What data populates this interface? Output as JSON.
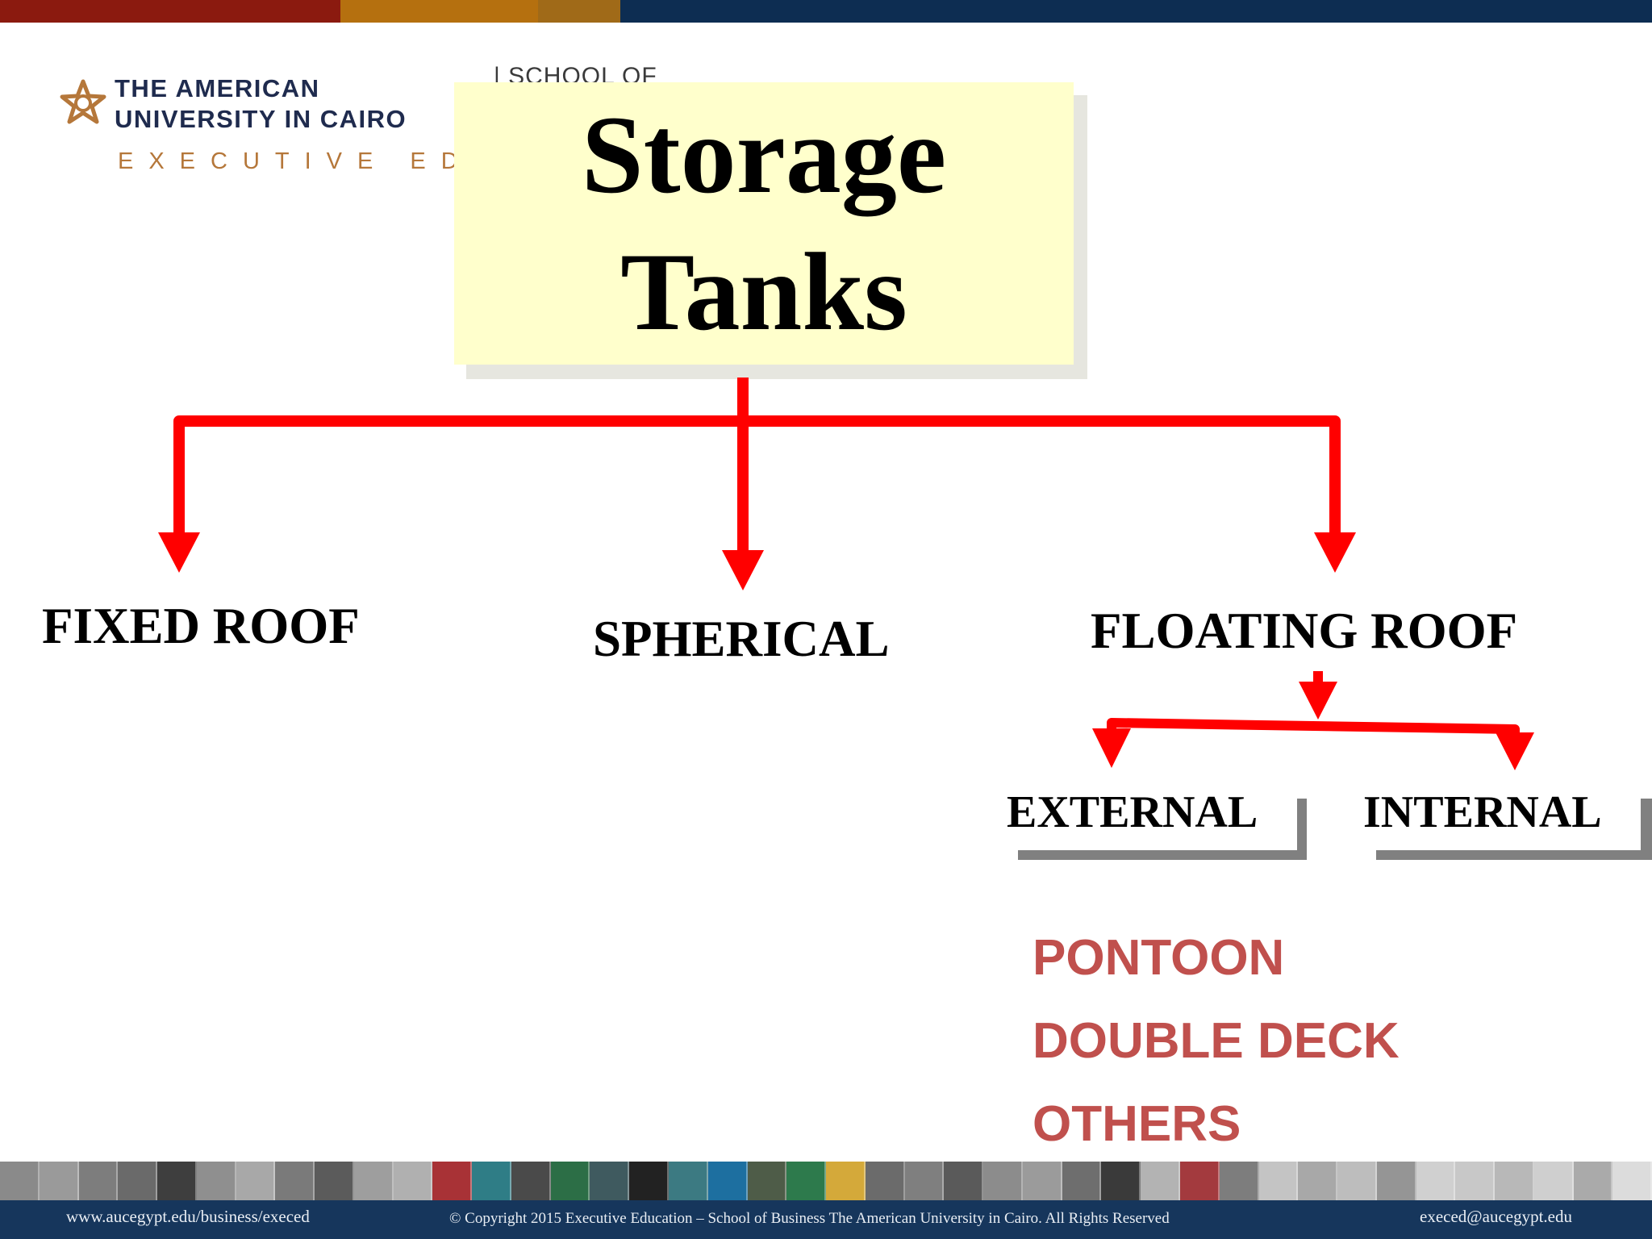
{
  "header": {
    "colors": [
      "#8b1a0f",
      "#b5700f",
      "#a06a18",
      "#0d2d52"
    ],
    "logo": {
      "icon": "auc-star-emblem-icon",
      "line1": "THE AMERICAN",
      "line2": "UNIVERSITY IN CAIRO",
      "line3": "EXECUTIVE EDUCATION"
    },
    "school_text": "|   SCHOOL OF"
  },
  "diagram": {
    "title_line1": "Storage",
    "title_line2": "Tanks",
    "arrow_color": "#ff0000",
    "categories": [
      "FIXED ROOF",
      "SPHERICAL",
      "FLOATING ROOF"
    ],
    "floating_roof_types": [
      "EXTERNAL",
      "INTERNAL"
    ],
    "external_types": [
      "PONTOON",
      "DOUBLE DECK",
      "OTHERS"
    ]
  },
  "footer": {
    "website": "www.aucegypt.edu/business/execed",
    "copyright": "© Copyright 2015 Executive Education – School of Business The American University in Cairo. All Rights Reserved",
    "email": "execed@aucegypt.edu",
    "strip_colors": [
      "#8a8a8a",
      "#9a9a9a",
      "#7d7d7d",
      "#6a6a6a",
      "#3e3e3e",
      "#8f8f8f",
      "#a8a8a8",
      "#7a7a7a",
      "#5b5b5b",
      "#9e9e9e",
      "#b0b0b0",
      "#a83236",
      "#2f7d86",
      "#4a4a4a",
      "#2c6e46",
      "#3f5a5f",
      "#222222",
      "#3c7a82",
      "#1d6fa0",
      "#4e5c48",
      "#2d7a4c",
      "#d4a93a",
      "#6b6b6b",
      "#7f7f7f",
      "#5a5a5a",
      "#8c8c8c",
      "#9b9b9b",
      "#6e6e6e",
      "#3a3a3a",
      "#b3b3b3",
      "#a33a3e",
      "#7d7d7d",
      "#c4c4c4",
      "#a8a8a8",
      "#bdbdbd",
      "#959595",
      "#d0d0d0",
      "#c8c8c8",
      "#b8b8b8",
      "#cfcfcf",
      "#aaaaaa",
      "#dcdcdc"
    ]
  }
}
